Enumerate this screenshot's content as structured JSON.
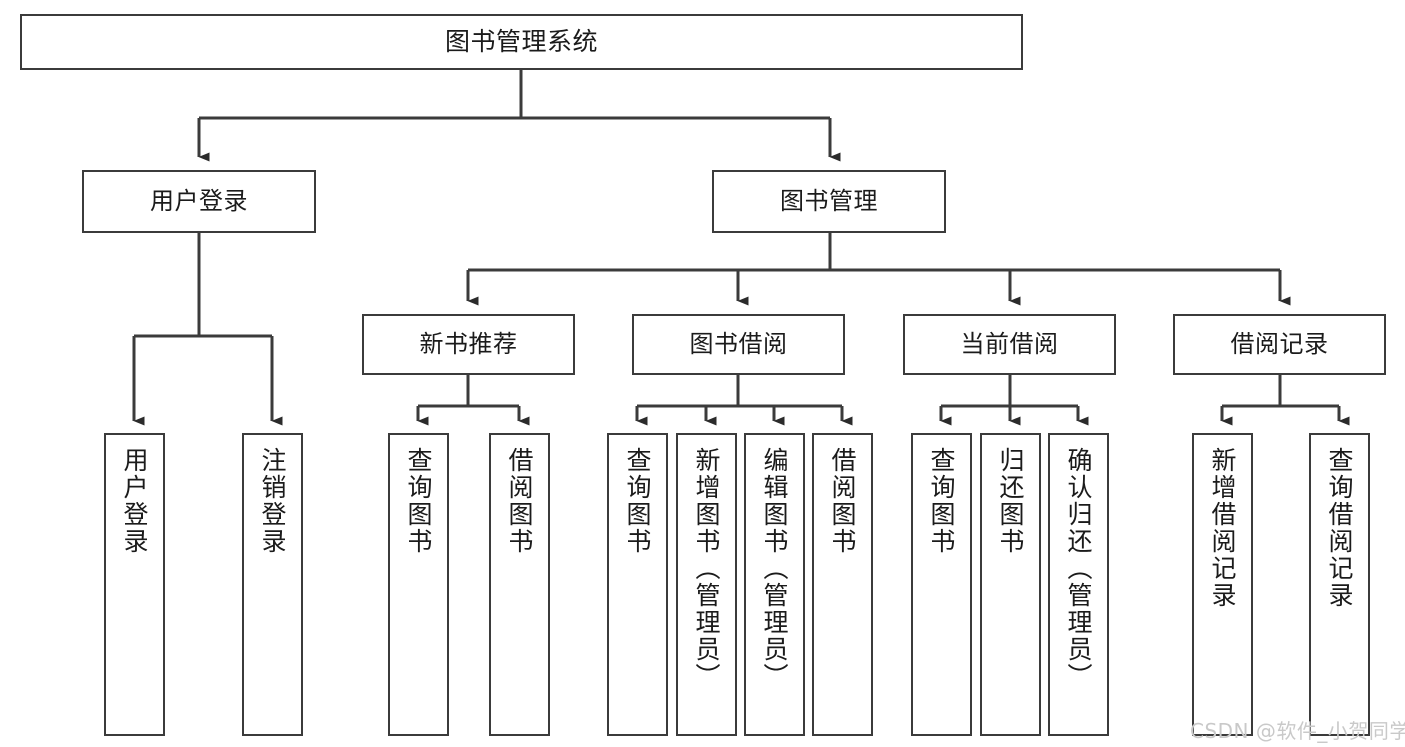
{
  "diagram": {
    "type": "hierarchy-tree",
    "title": "图书管理系统",
    "levels": {
      "level1": [
        {
          "id": "root",
          "label": "图书管理系统"
        }
      ],
      "level2": [
        {
          "id": "user-login",
          "label": "用户登录"
        },
        {
          "id": "book-manage",
          "label": "图书管理"
        }
      ],
      "level3": [
        {
          "id": "new-book-recommend",
          "label": "新书推荐"
        },
        {
          "id": "book-borrow",
          "label": "图书借阅"
        },
        {
          "id": "current-borrow",
          "label": "当前借阅"
        },
        {
          "id": "borrow-record",
          "label": "借阅记录"
        }
      ],
      "level4": [
        {
          "id": "leaf-user-login",
          "label": "用户登录"
        },
        {
          "id": "leaf-logout-login",
          "label": "注销登录"
        },
        {
          "id": "leaf-query-book-1",
          "label": "查询图书"
        },
        {
          "id": "leaf-borrow-book-1",
          "label": "借阅图书"
        },
        {
          "id": "leaf-query-book-2",
          "label": "查询图书"
        },
        {
          "id": "leaf-add-book-admin",
          "label": "新增图书（管理员）"
        },
        {
          "id": "leaf-edit-book-admin",
          "label": "编辑图书（管理员）"
        },
        {
          "id": "leaf-borrow-book-2",
          "label": "借阅图书"
        },
        {
          "id": "leaf-query-book-3",
          "label": "查询图书"
        },
        {
          "id": "leaf-return-book",
          "label": "归还图书"
        },
        {
          "id": "leaf-confirm-return-admin",
          "label": "确认归还（管理员）"
        },
        {
          "id": "leaf-add-borrow-record",
          "label": "新增借阅记录"
        },
        {
          "id": "leaf-query-borrow-record",
          "label": "查询借阅记录"
        }
      ]
    },
    "colors": {
      "box_border": "#3b3b3b",
      "box_fill": "#ffffff",
      "connector": "#3b3b3b",
      "text": "#1b1b1b",
      "watermark": "#c9c9c9",
      "background": "#ffffff"
    }
  },
  "watermark": {
    "text": "CSDN @软件_小贺同学"
  }
}
